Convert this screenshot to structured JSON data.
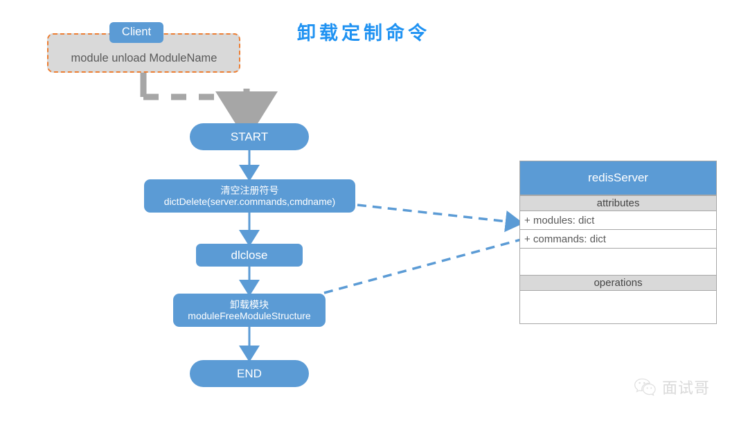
{
  "title": "卸载定制命令",
  "client": {
    "tag": "Client",
    "command": "module unload ModuleName"
  },
  "flow": {
    "nodes": [
      {
        "id": "start",
        "line1": "START",
        "line2": ""
      },
      {
        "id": "clear",
        "line1": "清空注册符号",
        "line2": "dictDelete(server.commands,cmdname)"
      },
      {
        "id": "dlclose",
        "line1": "dlclose",
        "line2": ""
      },
      {
        "id": "free",
        "line1": "卸载模块",
        "line2": "moduleFreeModuleStructure"
      },
      {
        "id": "end",
        "line1": "END",
        "line2": ""
      }
    ]
  },
  "class_box": {
    "name": "redisServer",
    "attributes_label": "attributes",
    "attributes": [
      "+ modules: dict",
      "+ commands: dict"
    ],
    "operations_label": "operations",
    "operations": []
  },
  "watermark": {
    "text": "面试哥",
    "icon": "wechat-icon"
  },
  "colors": {
    "node_blue": "#5b9bd5",
    "title_blue": "#1f92f2",
    "client_dash_orange": "#ed7d31",
    "client_fill_gray": "#d9d9d9",
    "connector_gray": "#a6a6a6",
    "connector_blue": "#5b9bd5",
    "section_gray": "#d9d9d9"
  }
}
